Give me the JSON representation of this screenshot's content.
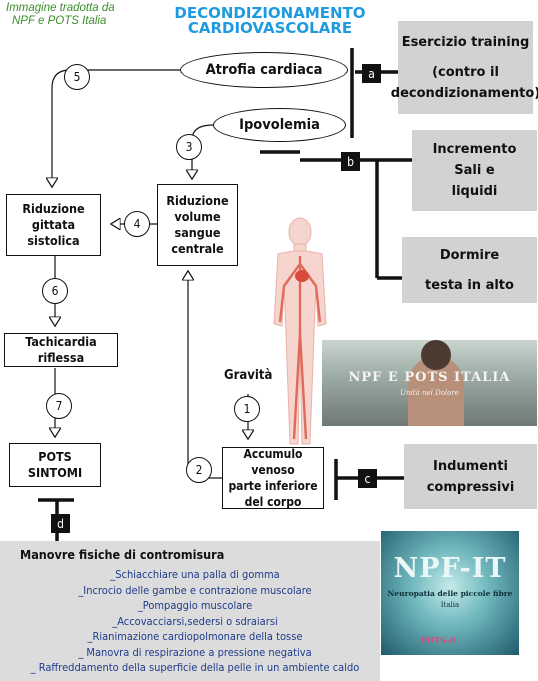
{
  "credit": [
    "Immagine tradotta da",
    "NPF e POTS Italia"
  ],
  "title": [
    "DECONDIZIONAMENTO",
    "CARDIOVASCOLARE"
  ],
  "nodes": {
    "atrofia": "Atrofia cardiaca",
    "ipovolemia": "Ipovolemia",
    "riduzione_gittata": [
      "Riduzione",
      "gittata",
      "sistolica"
    ],
    "riduzione_volume": [
      "Riduzione",
      "volume",
      "sangue",
      "centrale"
    ],
    "tachicardia": "Tachicardia riflessa",
    "pots": [
      "POTS",
      "SINTOMI"
    ],
    "accumulo": [
      "Accumulo venoso",
      "parte inferiore",
      "del corpo"
    ],
    "gravita": "Gravità"
  },
  "steps": [
    "1",
    "2",
    "3",
    "4",
    "5",
    "6",
    "7"
  ],
  "interventions": {
    "a": {
      "marker": "a",
      "lines": [
        "Esercizio training",
        "(contro il",
        "decondizionamento)"
      ]
    },
    "b1": {
      "marker": "b",
      "lines": [
        "Incremento",
        "Sali e",
        "liquidi"
      ]
    },
    "b2": {
      "lines": [
        "Dormire",
        "testa in alto"
      ]
    },
    "c": {
      "marker": "c",
      "lines": [
        "Indumenti",
        "compressivi"
      ]
    },
    "d": {
      "marker": "d"
    }
  },
  "countermeasures": {
    "heading": "Manovre fisiche di contromisura",
    "items": [
      "_Schiacchiare una palla di gomma",
      "_Incrocio delle gambe e contrazione muscolare",
      "_Pompaggio muscolare",
      "_Accovacciarsi,sedersi o sdraiarsi",
      "_Rianimazione cardiopolmonare della tosse",
      "_ Manovra di respirazione a pressione negativa",
      "_ Raffreddamento della superficie della pelle in un ambiente caldo"
    ]
  },
  "photo_npf_pots": {
    "title": "NPF E POTS ITALIA",
    "subtitle": "Unità nel Dolore"
  },
  "logo_npf_it": {
    "title": "NPF-IT",
    "subtitle": [
      "Neuropatia delle piccole fibre",
      "Italia"
    ],
    "tag": "POTS-it"
  }
}
